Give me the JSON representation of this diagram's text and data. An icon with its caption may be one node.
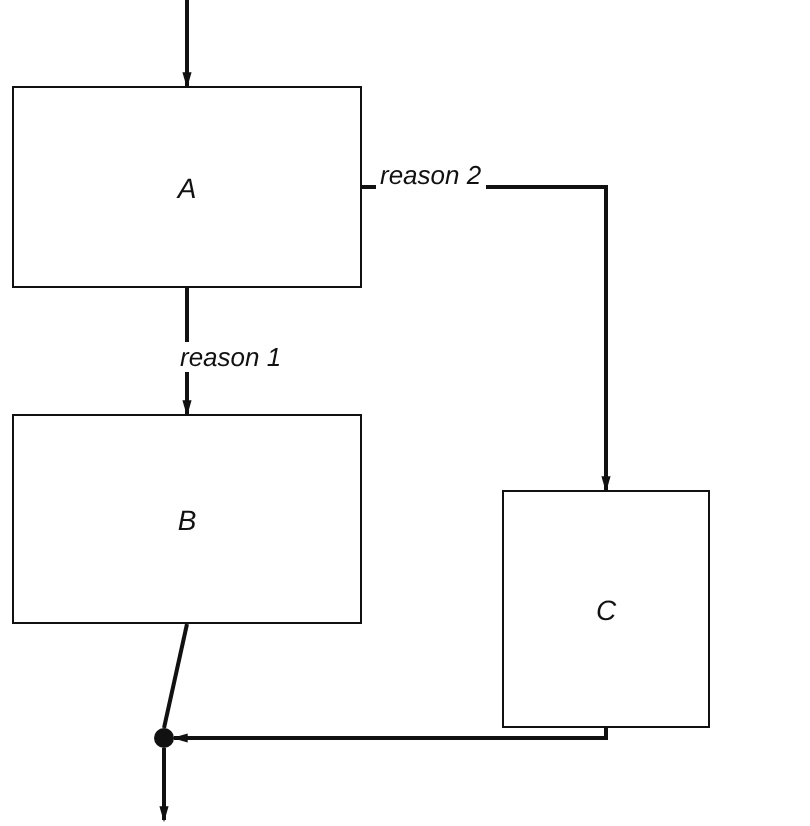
{
  "diagram": {
    "nodes": [
      {
        "text": [
          "A"
        ]
      },
      {
        "text": [
          "B"
        ]
      },
      {
        "text": [
          "C"
        ]
      },
      {
        "text": [],
        "shape": "circle"
      }
    ],
    "edges": [
      {
        "from": null,
        "to": 0,
        "arrow": "to"
      },
      {
        "from": 0,
        "to": 1,
        "arrow": "to",
        "label": "reason 1"
      },
      {
        "from": 0,
        "to": 2,
        "arrow": "to",
        "label": "reason 2"
      },
      {
        "from": 1,
        "to": 3,
        "arrow": "none"
      },
      {
        "from": 2,
        "to": 3,
        "arrow": "to"
      },
      {
        "from": 3,
        "to": null,
        "arrow": "to"
      }
    ]
  }
}
